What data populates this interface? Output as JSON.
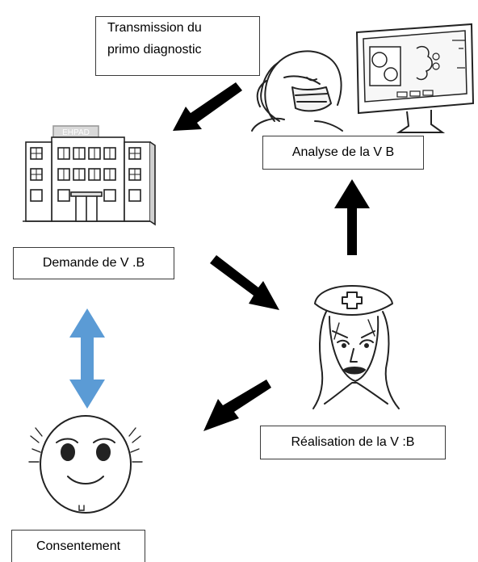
{
  "labels": {
    "transmission_line1": "Transmission du",
    "transmission_line2": "primo diagnostic",
    "analyse": "Analyse de la V  B",
    "demande": "Demande de V .B",
    "realisation": "Réalisation de la V :B",
    "consentement": "Consentement",
    "ehpad_sign": "EHPAD"
  },
  "colors": {
    "arrow": "#000000",
    "double_arrow": "#5b9bd5",
    "line": "#222222"
  },
  "icons": [
    "building-icon",
    "doctor-icon",
    "computer-screen-icon",
    "nurse-icon",
    "elder-face-icon"
  ]
}
